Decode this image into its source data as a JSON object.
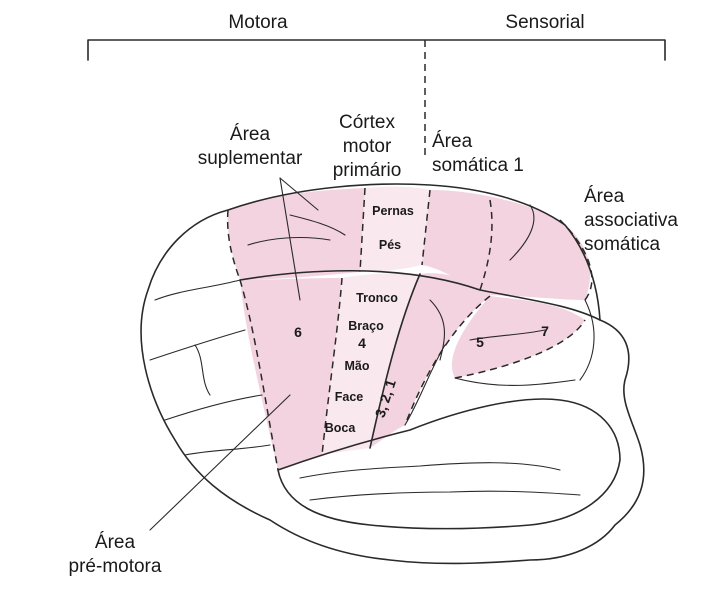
{
  "colors": {
    "region_fill": "#f3d3df",
    "region_light": "#f9e8ee",
    "outline": "#2a2a2a"
  },
  "header": {
    "left": "Motora",
    "right": "Sensorial"
  },
  "labels": {
    "supplementary_1": "Área",
    "supplementary_2": "suplementar",
    "primary_1": "Córtex",
    "primary_2": "motor",
    "primary_3": "primário",
    "somatic_1": "Área",
    "somatic_2": "somática 1",
    "assoc_1": "Área",
    "assoc_2": "associativa",
    "assoc_3": "somática",
    "premotor_1": "Área",
    "premotor_2": "pré-motora"
  },
  "body_parts": {
    "legs": "Pernas",
    "feet": "Pés",
    "trunk": "Tronco",
    "arm": "Braço",
    "hand": "Mão",
    "face": "Face",
    "mouth": "Boca"
  },
  "areas": {
    "a6": "6",
    "a4": "4",
    "a321": "3, 2, 1",
    "a5": "5",
    "a7": "7"
  }
}
